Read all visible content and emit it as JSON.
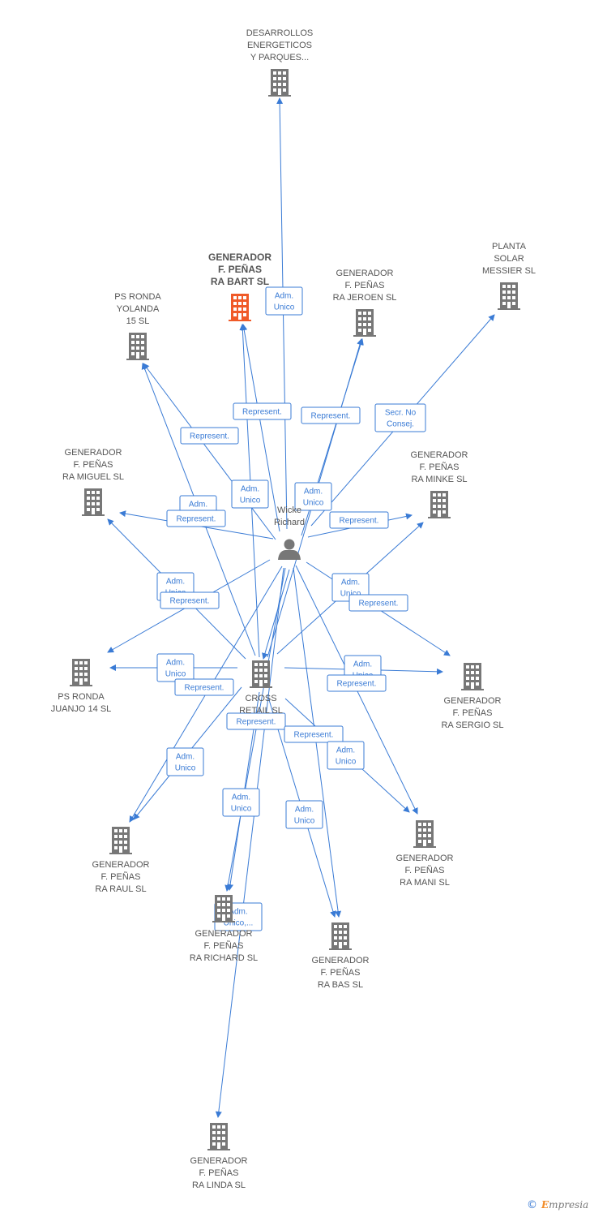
{
  "colors": {
    "edge": "#3a7bd5",
    "building": "#777777",
    "focus": "#f05a28",
    "person": "#777777"
  },
  "nodes": [
    {
      "id": "desarrollos",
      "type": "company",
      "lines": [
        "DESARROLLOS",
        "ENERGETICOS",
        "Y PARQUES..."
      ],
      "focus": false
    },
    {
      "id": "bart",
      "type": "company",
      "lines": [
        "GENERADOR",
        "F. PEÑAS",
        "RA BART SL"
      ],
      "focus": true
    },
    {
      "id": "jeroen",
      "type": "company",
      "lines": [
        "GENERADOR",
        "F. PEÑAS",
        "RA JEROEN SL"
      ],
      "focus": false
    },
    {
      "id": "messier",
      "type": "company",
      "lines": [
        "PLANTA",
        "SOLAR",
        "MESSIER SL"
      ],
      "focus": false
    },
    {
      "id": "yolanda",
      "type": "company",
      "lines": [
        "PS RONDA",
        "YOLANDA",
        "15 SL"
      ],
      "focus": false
    },
    {
      "id": "miguel",
      "type": "company",
      "lines": [
        "GENERADOR",
        "F. PEÑAS",
        "RA MIGUEL SL"
      ],
      "focus": false
    },
    {
      "id": "minke",
      "type": "company",
      "lines": [
        "GENERADOR",
        "F. PEÑAS",
        "RA MINKE SL"
      ],
      "focus": false
    },
    {
      "id": "wicke",
      "type": "person",
      "lines": [
        "Wicke",
        "Richard"
      ],
      "focus": false
    },
    {
      "id": "juanjo",
      "type": "company",
      "lines": [
        "PS RONDA",
        "JUANJO 14 SL"
      ],
      "focus": false
    },
    {
      "id": "cross",
      "type": "company",
      "lines": [
        "CROSS",
        "RETAIL SL"
      ],
      "focus": false
    },
    {
      "id": "sergio",
      "type": "company",
      "lines": [
        "GENERADOR",
        "F. PEÑAS",
        "RA SERGIO SL"
      ],
      "focus": false
    },
    {
      "id": "raul",
      "type": "company",
      "lines": [
        "GENERADOR",
        "F. PEÑAS",
        "RA RAUL SL"
      ],
      "focus": false
    },
    {
      "id": "mani",
      "type": "company",
      "lines": [
        "GENERADOR",
        "F. PEÑAS",
        "RA MANI SL"
      ],
      "focus": false
    },
    {
      "id": "richard",
      "type": "company",
      "lines": [
        "GENERADOR",
        "F. PEÑAS",
        "RA RICHARD SL"
      ],
      "focus": false
    },
    {
      "id": "bas",
      "type": "company",
      "lines": [
        "GENERADOR",
        "F. PEÑAS",
        "RA BAS SL"
      ],
      "focus": false
    },
    {
      "id": "linda",
      "type": "company",
      "lines": [
        "GENERADOR",
        "F. PEÑAS",
        "RA LINDA SL"
      ],
      "focus": false
    }
  ],
  "edges": [
    {
      "from": "wicke",
      "to": "desarrollos"
    },
    {
      "from": "wicke",
      "to": "bart"
    },
    {
      "from": "cross",
      "to": "bart"
    },
    {
      "from": "wicke",
      "to": "jeroen"
    },
    {
      "from": "cross",
      "to": "jeroen"
    },
    {
      "from": "wicke",
      "to": "messier"
    },
    {
      "from": "wicke",
      "to": "yolanda"
    },
    {
      "from": "cross",
      "to": "yolanda"
    },
    {
      "from": "wicke",
      "to": "miguel"
    },
    {
      "from": "cross",
      "to": "miguel"
    },
    {
      "from": "wicke",
      "to": "minke"
    },
    {
      "from": "cross",
      "to": "minke"
    },
    {
      "from": "wicke",
      "to": "juanjo"
    },
    {
      "from": "cross",
      "to": "juanjo"
    },
    {
      "from": "wicke",
      "to": "sergio"
    },
    {
      "from": "cross",
      "to": "sergio"
    },
    {
      "from": "wicke",
      "to": "raul"
    },
    {
      "from": "cross",
      "to": "raul"
    },
    {
      "from": "wicke",
      "to": "mani"
    },
    {
      "from": "cross",
      "to": "mani"
    },
    {
      "from": "wicke",
      "to": "richard"
    },
    {
      "from": "cross",
      "to": "richard"
    },
    {
      "from": "wicke",
      "to": "bas"
    },
    {
      "from": "cross",
      "to": "bas"
    },
    {
      "from": "wicke",
      "to": "linda"
    },
    {
      "from": "wicke",
      "to": "cross"
    }
  ],
  "edge_labels": [
    {
      "id": "l1",
      "lines": [
        "Adm.",
        "Unico"
      ]
    },
    {
      "id": "l2",
      "lines": [
        "Represent."
      ]
    },
    {
      "id": "l3",
      "lines": [
        "Represent."
      ]
    },
    {
      "id": "l4",
      "lines": [
        "Secr.  No",
        "Consej."
      ]
    },
    {
      "id": "l5",
      "lines": [
        "Represent."
      ]
    },
    {
      "id": "l6",
      "lines": [
        "Adm.",
        "Unico"
      ]
    },
    {
      "id": "l7",
      "lines": [
        "Adm.",
        "Unico"
      ]
    },
    {
      "id": "l8",
      "lines": [
        "Adm.",
        "Unico"
      ]
    },
    {
      "id": "l9",
      "lines": [
        "Represent."
      ]
    },
    {
      "id": "l10",
      "lines": [
        "Represent."
      ]
    },
    {
      "id": "l11",
      "lines": [
        "Adm.",
        "Unico"
      ]
    },
    {
      "id": "l12",
      "lines": [
        "Represent."
      ]
    },
    {
      "id": "l13",
      "lines": [
        "Adm.",
        "Unico"
      ]
    },
    {
      "id": "l14",
      "lines": [
        "Represent."
      ]
    },
    {
      "id": "l15",
      "lines": [
        "Adm.",
        "Unico"
      ]
    },
    {
      "id": "l16",
      "lines": [
        "Represent."
      ]
    },
    {
      "id": "l17",
      "lines": [
        "Adm.",
        "Unico"
      ]
    },
    {
      "id": "l18",
      "lines": [
        "Represent."
      ]
    },
    {
      "id": "l19",
      "lines": [
        "Represent."
      ]
    },
    {
      "id": "l20",
      "lines": [
        "Represent."
      ]
    },
    {
      "id": "l21",
      "lines": [
        "Adm.",
        "Unico"
      ]
    },
    {
      "id": "l22",
      "lines": [
        "Adm.",
        "Unico"
      ]
    },
    {
      "id": "l23",
      "lines": [
        "Adm.",
        "Unico"
      ]
    },
    {
      "id": "l24",
      "lines": [
        "Adm.",
        "Unico"
      ]
    },
    {
      "id": "l25",
      "lines": [
        "Adm.",
        "Unico,..."
      ]
    }
  ],
  "footer": {
    "copyright": "©",
    "brand_first": "E",
    "brand_rest": "mpresia"
  }
}
